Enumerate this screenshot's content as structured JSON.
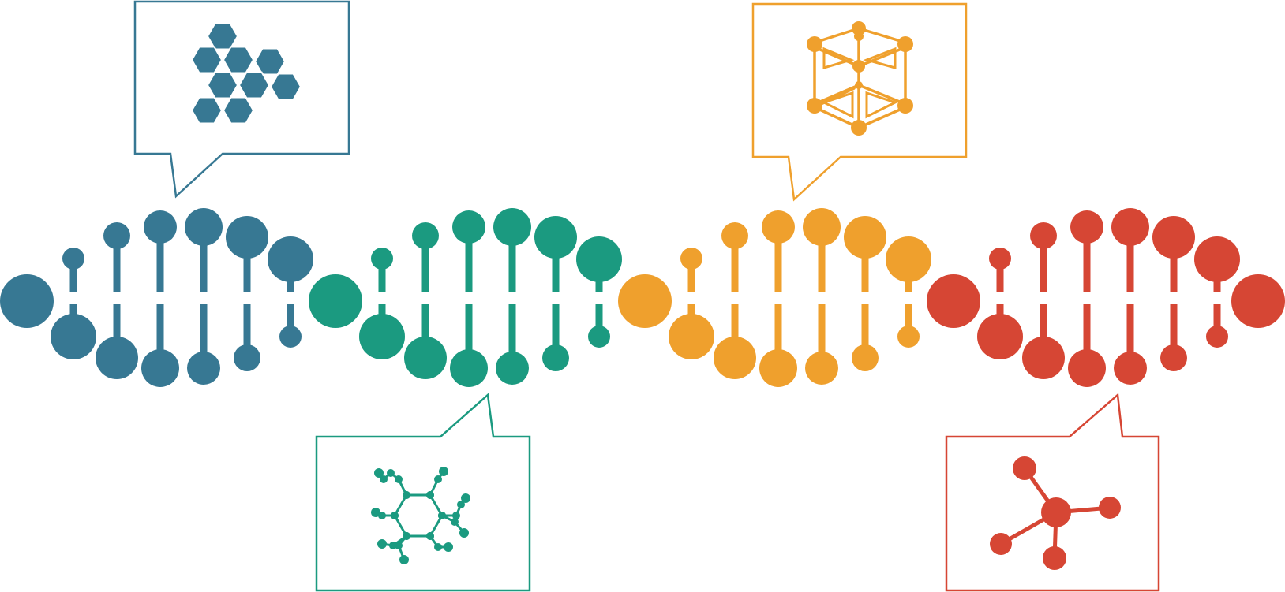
{
  "colors": {
    "blue": "#377893",
    "green": "#1b9a80",
    "orange": "#efa02d",
    "red": "#d64634",
    "background": "#ffffff"
  },
  "segments": [
    {
      "id": "blue",
      "color": "#377893"
    },
    {
      "id": "green",
      "color": "#1b9a80"
    },
    {
      "id": "orange",
      "color": "#efa02d"
    },
    {
      "id": "red",
      "color": "#d64634"
    }
  ],
  "callouts": [
    {
      "id": "blue",
      "color": "#377893",
      "icon": "hexagon-cluster-icon",
      "position": "above"
    },
    {
      "id": "orange",
      "color": "#efa02d",
      "icon": "cube-molecule-icon",
      "position": "above"
    },
    {
      "id": "green",
      "color": "#1b9a80",
      "icon": "ring-molecule-icon",
      "position": "below"
    },
    {
      "id": "red",
      "color": "#d64634",
      "icon": "branched-molecule-icon",
      "position": "below"
    }
  ]
}
